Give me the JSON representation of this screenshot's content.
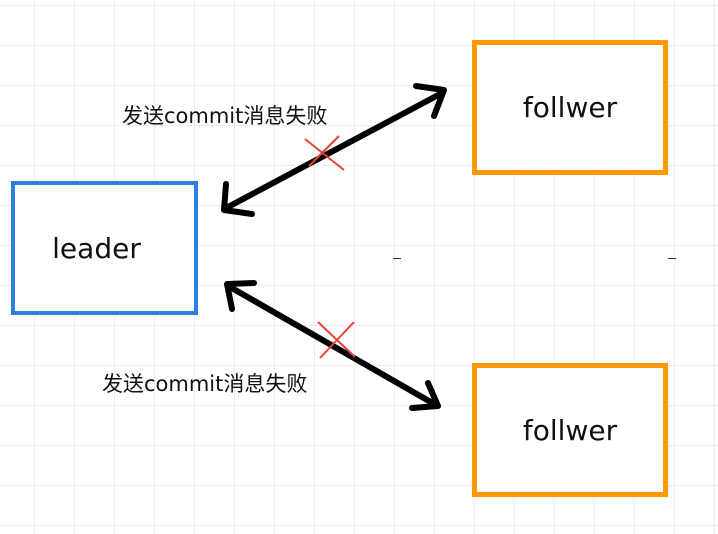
{
  "nodes": {
    "leader": {
      "label": "leader",
      "border_color": "#2f7fe0"
    },
    "follower_top": {
      "label": "follwer",
      "border_color": "#ff9900"
    },
    "follower_bottom": {
      "label": "follwer",
      "border_color": "#ff9900"
    }
  },
  "edges": [
    {
      "from": "leader",
      "to": "follower_top",
      "label": "发送commit消息失败",
      "failed": true
    },
    {
      "from": "leader",
      "to": "follower_bottom",
      "label": "发送commit消息失败",
      "failed": true
    }
  ],
  "colors": {
    "arrow": "#000000",
    "fail_mark": "#e0443a"
  }
}
